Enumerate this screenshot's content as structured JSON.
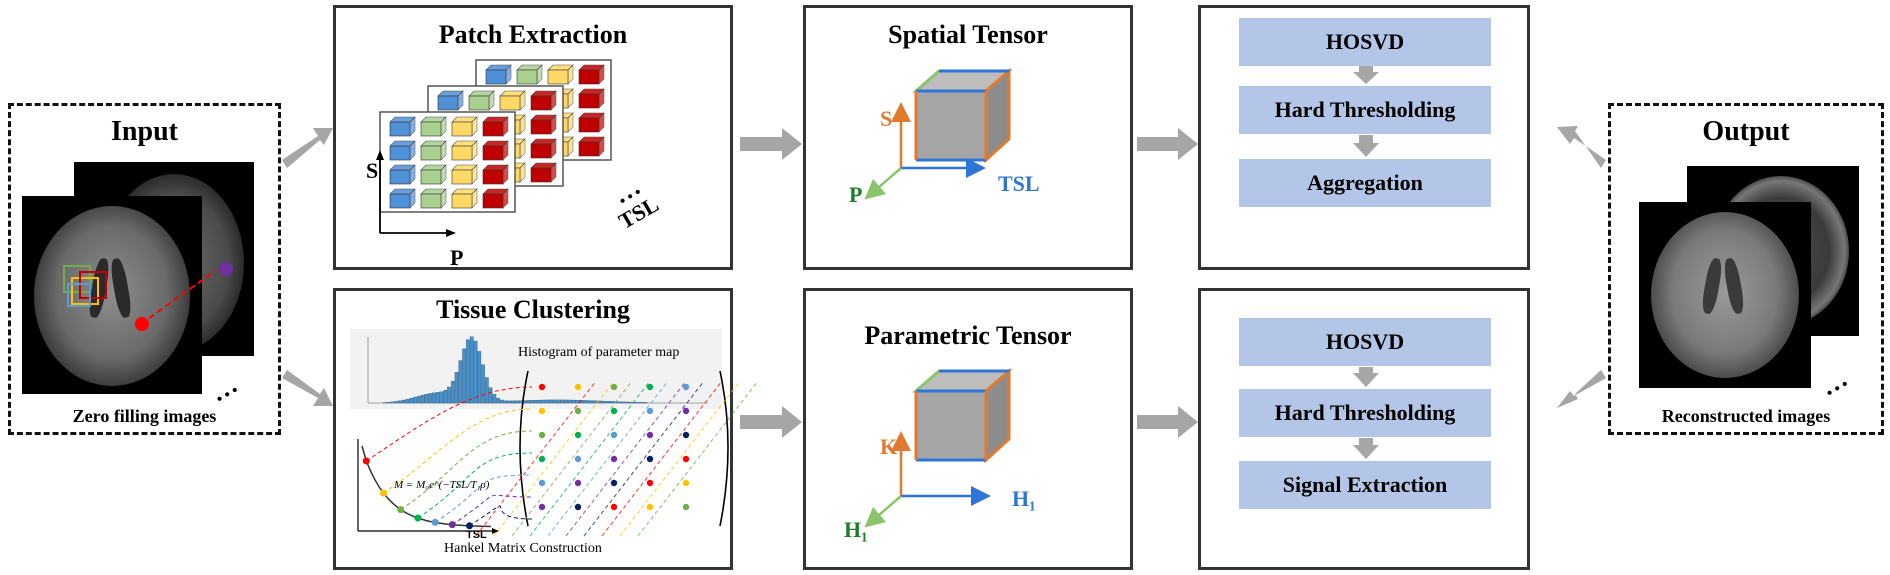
{
  "input": {
    "title": "Input",
    "caption": "Zero filling images",
    "dots": "…"
  },
  "output": {
    "title": "Output",
    "caption": "Reconstructed images",
    "dots": "…"
  },
  "patch_extraction": {
    "title": "Patch Extraction",
    "axis_s": "S",
    "axis_p": "P",
    "axis_tsl": "TSL",
    "dots": "…"
  },
  "tissue_clustering": {
    "title": "Tissue Clustering",
    "histogram_label": "Histogram of parameter map",
    "hankel_label": "Hankel Matrix Construction",
    "tsl_label": "TSL",
    "formula": "M = M₀e^(−TSL/T₁ρ)"
  },
  "spatial_tensor": {
    "title": "Spatial Tensor",
    "axis_s": "S",
    "axis_p": "P",
    "axis_tsl": "TSL"
  },
  "parametric_tensor": {
    "title": "Parametric Tensor",
    "axis_k": "K",
    "axis_h1_right": "H₁",
    "axis_h1_left": "H₁"
  },
  "pipeline_top": {
    "steps": [
      "HOSVD",
      "Hard Thresholding",
      "Aggregation"
    ]
  },
  "pipeline_bottom": {
    "steps": [
      "HOSVD",
      "Hard Thresholding",
      "Signal Extraction"
    ]
  },
  "colors": {
    "step_fill": "#b4c6e7",
    "arrow": "#a6a6a6",
    "cube_face": "#a6a6a6",
    "axis_orange": "#e07a2f",
    "axis_blue": "#2e75d6",
    "axis_green": "#8bc56b"
  }
}
